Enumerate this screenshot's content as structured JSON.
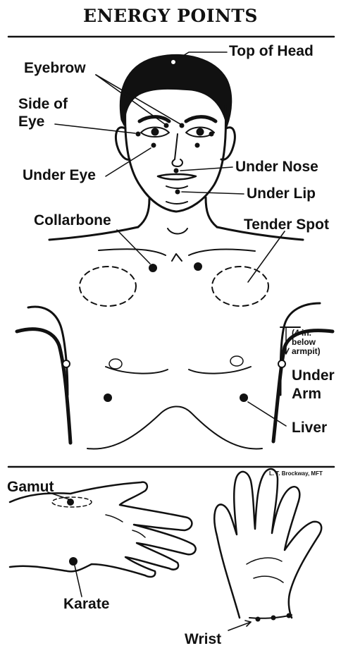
{
  "title": "ENERGY POINTS",
  "labels": {
    "top_of_head": "Top of Head",
    "eyebrow": "Eyebrow",
    "side_of_eye_line1": "Side of",
    "side_of_eye_line2": "Eye",
    "under_eye": "Under Eye",
    "under_nose": "Under Nose",
    "under_lip": "Under Lip",
    "collarbone": "Collarbone",
    "tender_spot": "Tender Spot",
    "under_arm_note_line1": "(4 in.",
    "under_arm_note_line2": "below",
    "under_arm_note_line3": "armpit)",
    "under_arm_line1": "Under",
    "under_arm_line2": "Arm",
    "liver": "Liver",
    "gamut": "Gamut",
    "karate": "Karate",
    "wrist": "Wrist"
  },
  "credit": "L. T. Brockway, MFT",
  "colors": {
    "ink": "#111111",
    "background": "#ffffff"
  }
}
